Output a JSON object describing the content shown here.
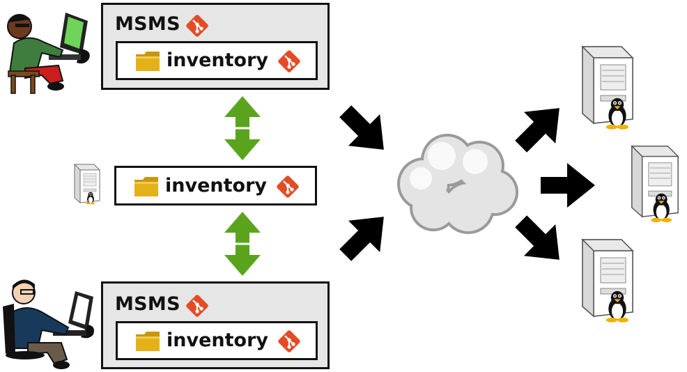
{
  "top_repo": {
    "title": "MSMS",
    "submodule": "inventory"
  },
  "middle_repo": {
    "submodule": "inventory"
  },
  "bottom_repo": {
    "title": "MSMS",
    "submodule": "inventory"
  },
  "colors": {
    "git": "#e34c26",
    "sync_arrow": "#5aa41d",
    "deploy_arrow": "#000000",
    "folder": "#e3b11a",
    "cloud": "#d6d6d6"
  },
  "icons": [
    "developer-icon",
    "git-icon",
    "folder-icon",
    "server-icon",
    "tux-icon",
    "cloud-icon",
    "arrow-icon"
  ]
}
